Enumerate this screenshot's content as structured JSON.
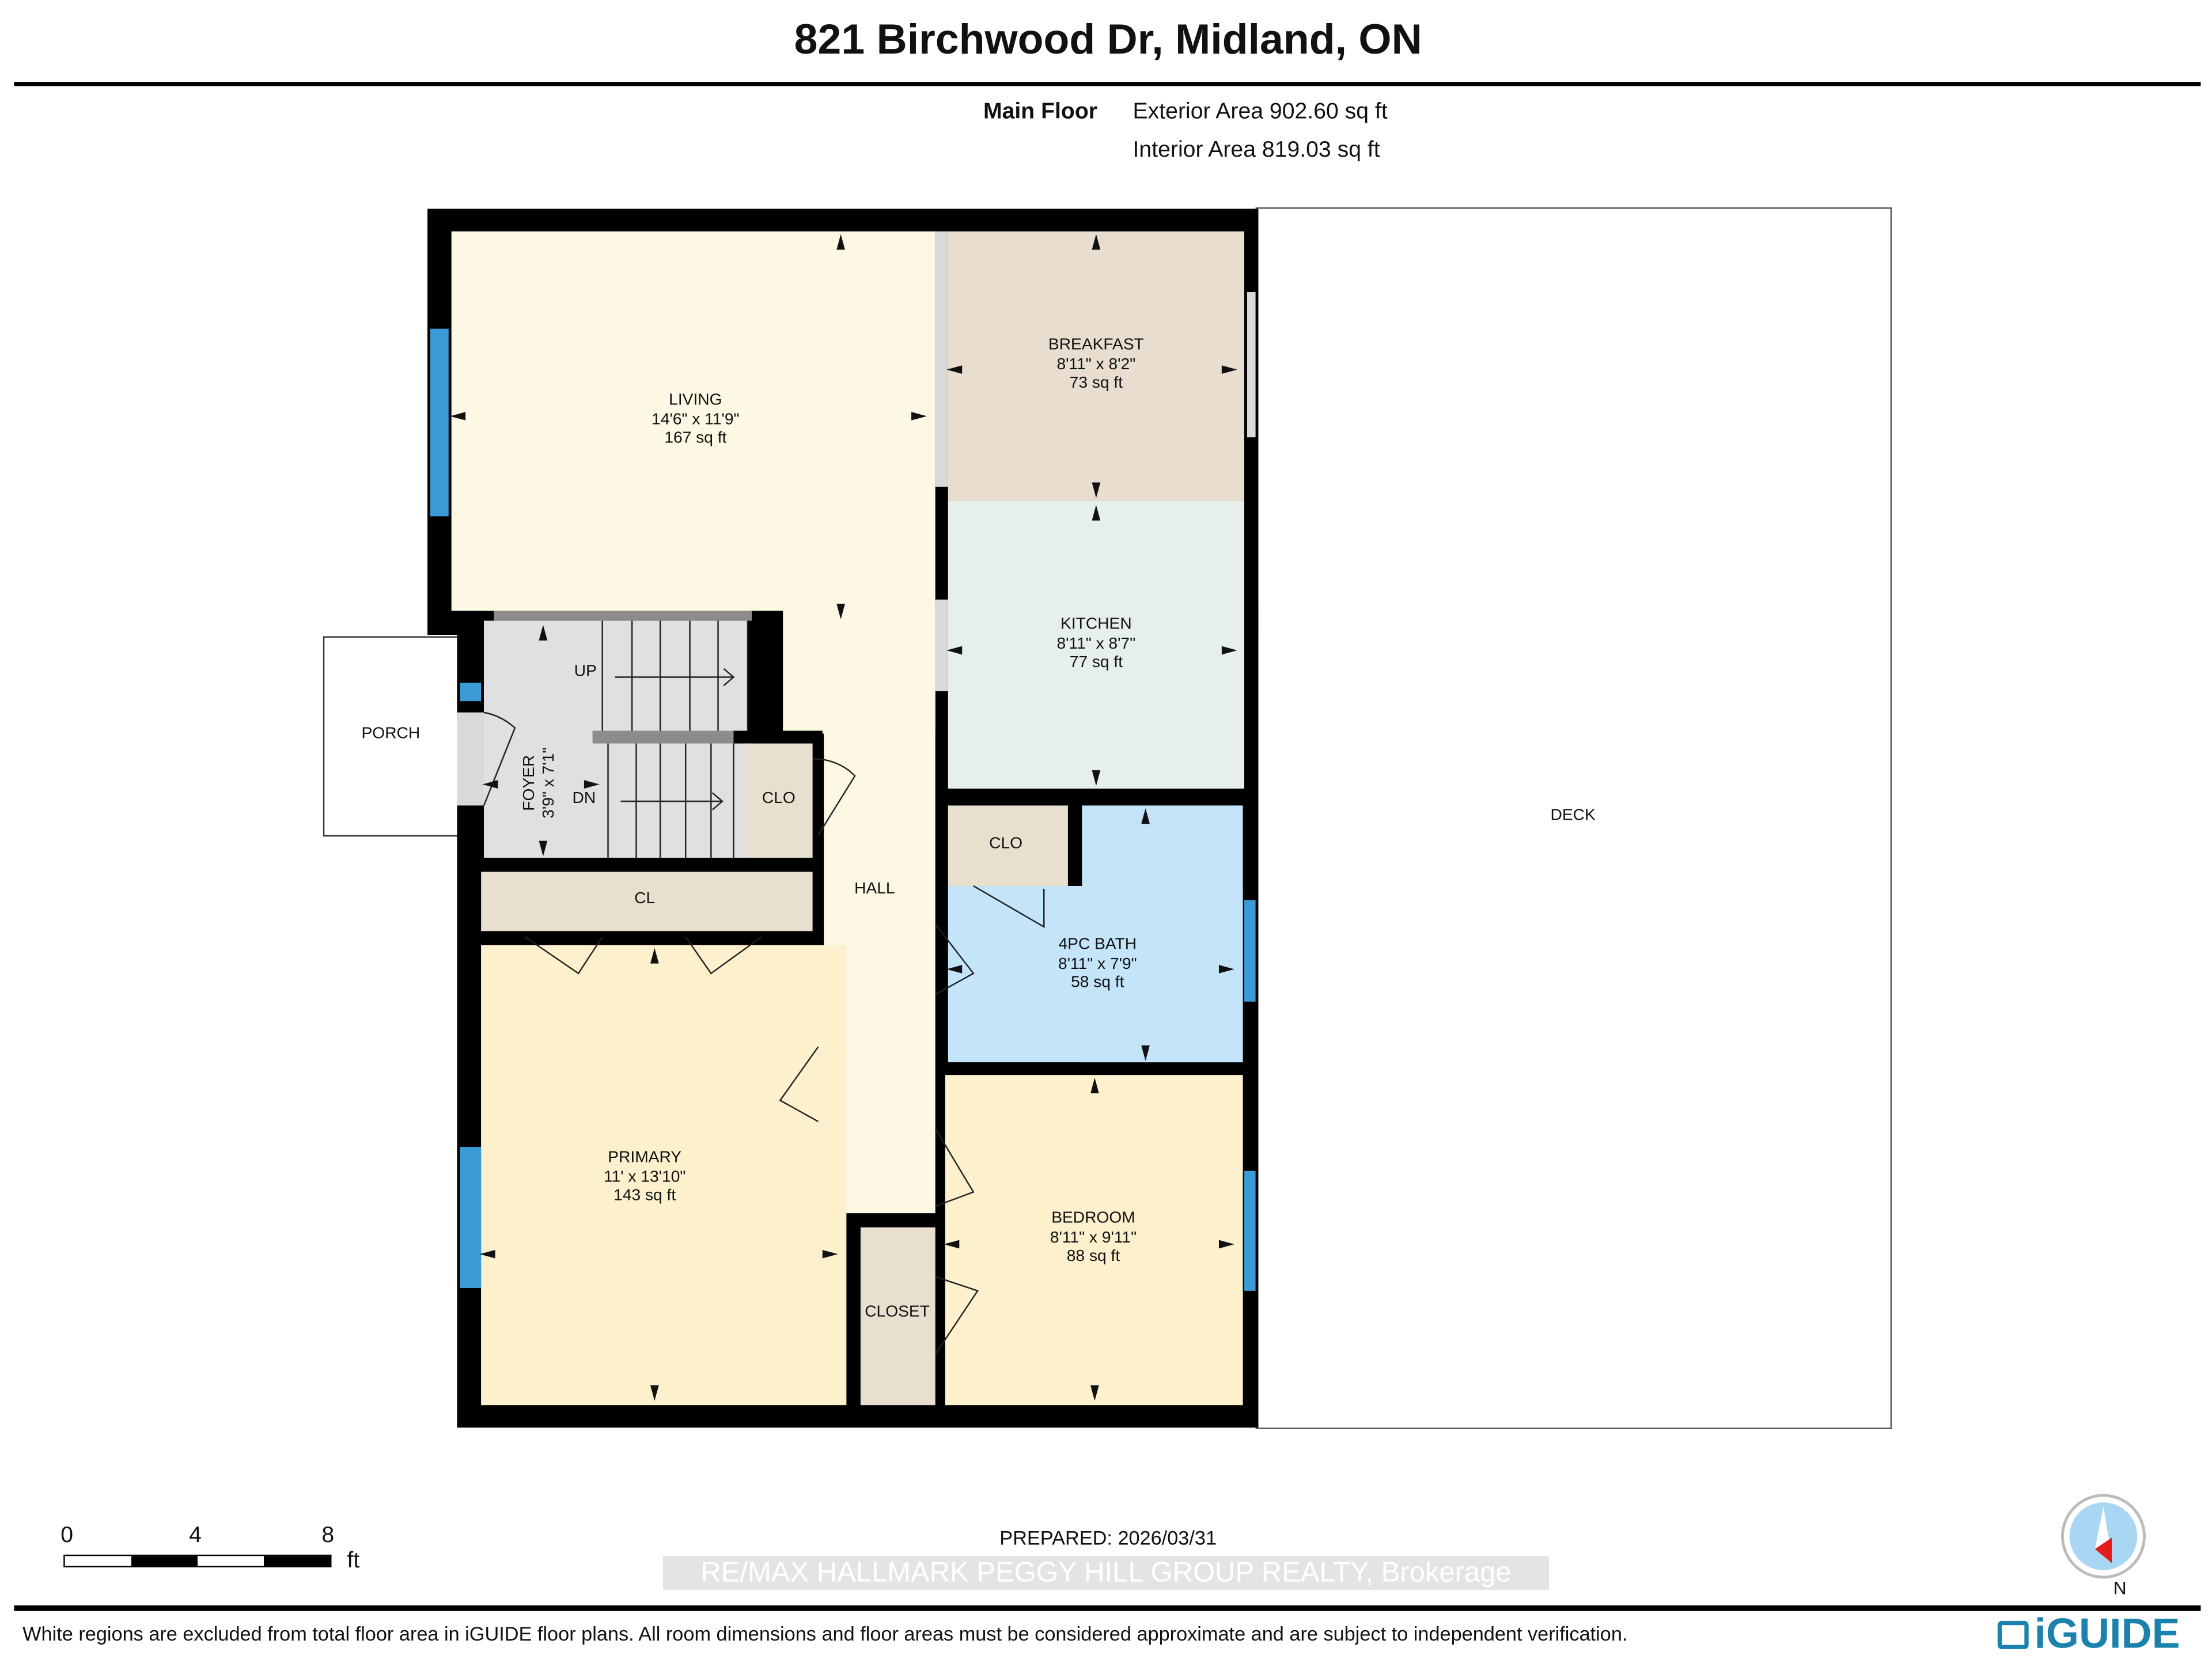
{
  "title": "821 Birchwood Dr, Midland, ON",
  "floor": {
    "name": "Main Floor",
    "exterior": "Exterior Area 902.60 sq ft",
    "interior": "Interior Area 819.03 sq ft"
  },
  "rooms": {
    "living": {
      "name": "LIVING",
      "dims": "14'6\" x 11'9\"",
      "area": "167 sq ft",
      "color": "#fdf8e4"
    },
    "breakfast": {
      "name": "BREAKFAST",
      "dims": "8'11\" x 8'2\"",
      "area": "73 sq ft",
      "color": "#e8ddcf"
    },
    "kitchen": {
      "name": "KITCHEN",
      "dims": "8'11\" x 8'7\"",
      "area": "77 sq ft",
      "color": "#e6efea"
    },
    "foyer": {
      "name": "FOYER",
      "dims": "3'9\" x 7'1\""
    },
    "bath": {
      "name": "4PC BATH",
      "dims": "8'11\" x 7'9\"",
      "area": "58 sq ft",
      "color": "#c4e4fa"
    },
    "primary": {
      "name": "PRIMARY",
      "dims": "11' x 13'10\"",
      "area": "143 sq ft",
      "color": "#fdf1cd"
    },
    "bedroom": {
      "name": "BEDROOM",
      "dims": "8'11\" x 9'11\"",
      "area": "88 sq ft",
      "color": "#fdf1cd"
    },
    "porch": "PORCH",
    "deck": "DECK",
    "hall": "HALL",
    "clo1": "CLO",
    "clo2": "CLO",
    "cl": "CL",
    "closet": "CLOSET",
    "up": "UP",
    "dn": "DN"
  },
  "scale": {
    "ticks": [
      "0",
      "4",
      "8"
    ],
    "unit": "ft"
  },
  "prepared": "PREPARED: 2026/03/31",
  "watermark": "RE/MAX HALLMARK PEGGY HILL GROUP REALTY, Brokerage",
  "compass": "N",
  "disclaimer": "White regions are excluded from total floor area in iGUIDE floor plans. All room dimensions and floor areas must be considered approximate and are subject to independent verification.",
  "logo": "iGUIDE",
  "colors": {
    "window": "#3b9bd6",
    "closet": "#e8dfcf",
    "stairs": "#e0e0e0",
    "logo": "#1b82ad"
  }
}
